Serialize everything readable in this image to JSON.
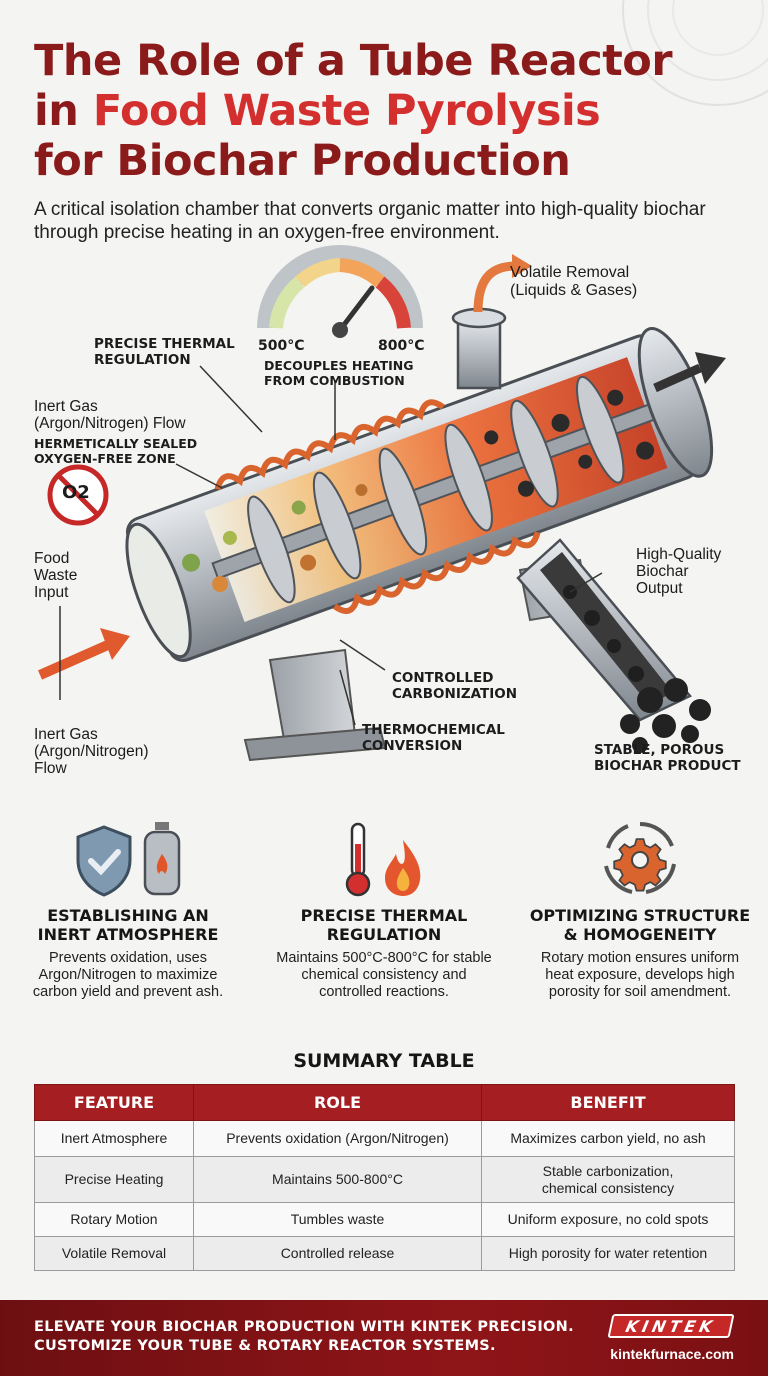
{
  "title": {
    "line1": "The Role of a Tube Reactor",
    "line2_prefix": "in ",
    "line2_accent": "Food Waste Pyrolysis",
    "line3": "for Biochar Production"
  },
  "subtitle": "A critical isolation chamber that converts organic matter into high-quality biochar through precise heating in an oxygen-free environment.",
  "diagram": {
    "gauge_min": "500°C",
    "gauge_max": "800°C",
    "labels": {
      "volatile_removal": "Volatile Removal\n(Liquids & Gases)",
      "precise_thermal": "PRECISE THERMAL\nREGULATION",
      "decouples": "DECOUPLES HEATING\nFROM COMBUSTION",
      "inert_gas_top": "Inert Gas\n(Argon/Nitrogen) Flow",
      "sealed": "HERMETICALLY SEALED\nOXYGEN-FREE ZONE",
      "o2_icon_text": "O2",
      "food_waste": "Food\nWaste\nInput",
      "inert_gas_bottom": "Inert Gas\n(Argon/Nitrogen)\nFlow",
      "controlled_carbonization": "CONTROLLED\nCARBONIZATION",
      "thermochemical": "THERMOCHEMICAL\nCONVERSION",
      "biochar_output": "High-Quality\nBiochar\nOutput",
      "stable_product": "STABLE, POROUS\nBIOCHAR PRODUCT"
    },
    "icons": [
      "gauge-icon",
      "no-oxygen-icon",
      "screw-auger",
      "heating-coil",
      "exhaust-arrow"
    ],
    "colors": {
      "steel": "#b9bec4",
      "heat": "#e8552a",
      "coil": "#d9642e",
      "char": "#2a2a2a"
    }
  },
  "features": [
    {
      "icon": "shield-check-gas-cylinder-icon",
      "title": "ESTABLISHING AN\nINERT ATMOSPHERE",
      "text": "Prevents oxidation, uses Argon/Nitrogen to maximize carbon yield and prevent ash."
    },
    {
      "icon": "thermometer-flame-icon",
      "title": "PRECISE THERMAL\nREGULATION",
      "text": "Maintains 500°C-800°C for stable chemical consistency and controlled reactions."
    },
    {
      "icon": "gear-cycle-icon",
      "title": "OPTIMIZING STRUCTURE\n& HOMOGENEITY",
      "text": "Rotary motion ensures uniform heat exposure, develops high porosity for soil amendment."
    }
  ],
  "summary": {
    "title": "SUMMARY TABLE",
    "headers": [
      "FEATURE",
      "ROLE",
      "BENEFIT"
    ],
    "rows": [
      [
        "Inert Atmosphere",
        "Prevents oxidation (Argon/Nitrogen)",
        "Maximizes carbon yield, no ash"
      ],
      [
        "Precise Heating",
        "Maintains 500-800°C",
        "Stable carbonization,\nchemical consistency"
      ],
      [
        "Rotary Motion",
        "Tumbles waste",
        "Uniform exposure, no cold spots"
      ],
      [
        "Volatile Removal",
        "Controlled release",
        "High porosity for water retention"
      ]
    ]
  },
  "footer": {
    "cta": "ELEVATE YOUR BIOCHAR PRODUCTION WITH KINTEK PRECISION.\nCUSTOMIZE YOUR TUBE & ROTARY REACTOR SYSTEMS.",
    "logo": "KINTEK",
    "site": "kintekfurnace.com"
  },
  "accent_colors": {
    "title_dark": "#8b1a1a",
    "title_accent": "#d32f2f",
    "table_header": "#a51f22",
    "footer": "#7a1013"
  }
}
